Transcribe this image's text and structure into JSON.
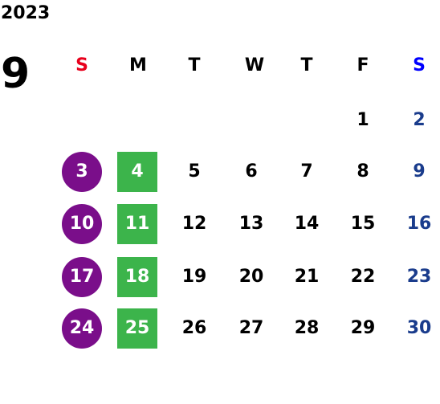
{
  "calendar": {
    "year": "2023",
    "month": "9",
    "weekdays": [
      "S",
      "M",
      "T",
      "W",
      "T",
      "F",
      "S"
    ],
    "weeks": [
      [
        "",
        "",
        "",
        "",
        "",
        "1",
        "2"
      ],
      [
        "3",
        "4",
        "5",
        "6",
        "7",
        "8",
        "9"
      ],
      [
        "10",
        "11",
        "12",
        "13",
        "14",
        "15",
        "16"
      ],
      [
        "17",
        "18",
        "19",
        "20",
        "21",
        "22",
        "23"
      ],
      [
        "24",
        "25",
        "26",
        "27",
        "28",
        "29",
        "30"
      ]
    ]
  },
  "colors": {
    "sunday_header": "#e8001c",
    "saturday_header": "#0000ff",
    "sunday_circle": "#7a0e8a",
    "monday_box": "#3cb44b",
    "saturday_text": "#1a3c8c",
    "default_text": "#000000"
  }
}
